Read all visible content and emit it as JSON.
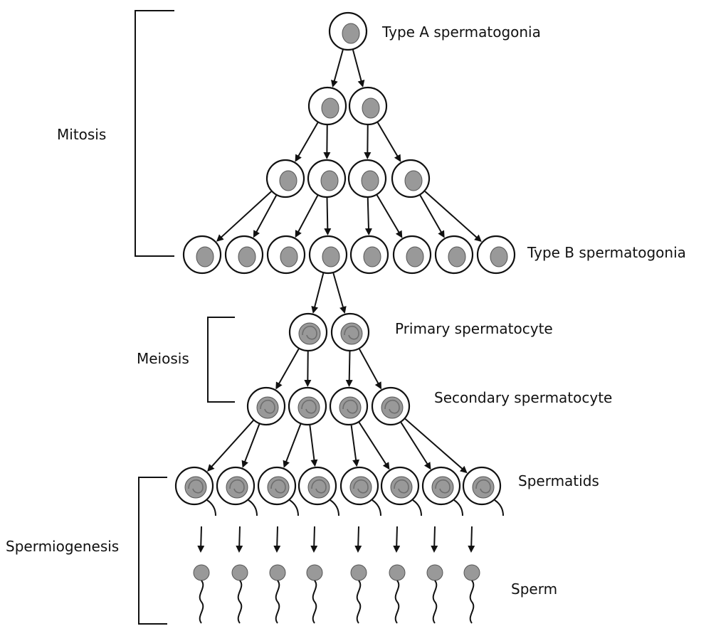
{
  "colors": {
    "stroke": "#111111",
    "cell_fill": "#ffffff",
    "nucleus": "#999999",
    "nucleus_stroke": "#555555"
  },
  "labels": {
    "type_a": "Type A spermatogonia",
    "type_b": "Type B spermatogonia",
    "primary": "Primary spermatocyte",
    "secondary": "Secondary spermatocyte",
    "spermatids": "Spermatids",
    "sperm": "Sperm",
    "mitosis": "Mitosis",
    "meiosis": "Meiosis",
    "spermiogenesis": "Spermiogenesis"
  }
}
